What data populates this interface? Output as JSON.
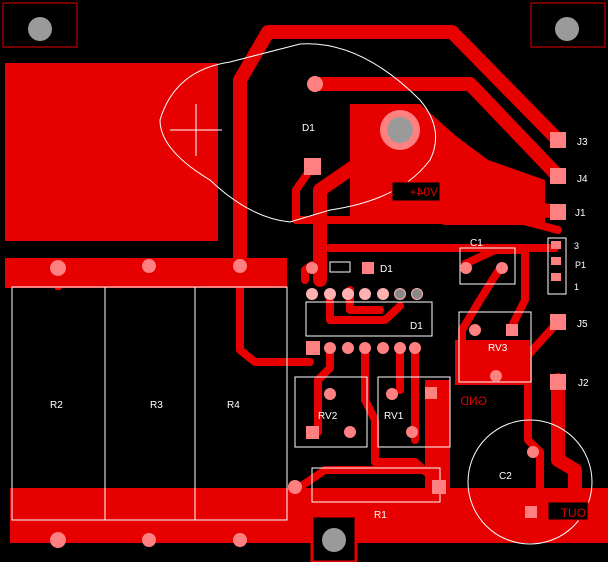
{
  "board": {
    "background": "#000000",
    "copper_color": "#ff0000",
    "pad_color": "#ff8080",
    "silk_color": "#ffffff",
    "mount_hole_color": "#aaaaaa"
  },
  "labels": {
    "d1_top": "D1",
    "d1_small": "D1",
    "d1_ic": "D1",
    "c1": "C1",
    "c2": "C2",
    "r1": "R1",
    "r2": "R2",
    "r3": "R3",
    "r4": "R4",
    "rv1": "RV1",
    "rv2": "RV2",
    "rv3": "RV3",
    "j1": "J1",
    "j2": "J2",
    "j3": "J3",
    "j4": "J4",
    "j5": "J5",
    "p1": "P1",
    "p1_pin3": "3",
    "p1_pin1": "1",
    "v40_mirrored": "V04+",
    "gnd_mirrored": "GND",
    "out_mirrored": "OUT"
  }
}
